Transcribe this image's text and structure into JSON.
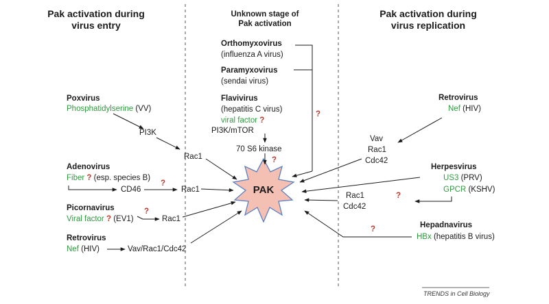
{
  "headers": {
    "left": [
      "Pak activation during",
      "virus entry"
    ],
    "center": [
      "Unknown stage of",
      "Pak activation"
    ],
    "right": [
      "Pak activation during",
      "virus replication"
    ]
  },
  "center_node": "PAK",
  "question_mark": "?",
  "left": {
    "poxvirus": {
      "title": "Poxvirus",
      "factor": "Phosphatidylserine",
      "suffix": "(VV)",
      "pi3k": "PI3K",
      "rac1": "Rac1"
    },
    "adenovirus": {
      "title": "Adenovirus",
      "factor": "Fiber",
      "suffix": "(esp. species B)",
      "cd46": "CD46",
      "rac1": "Rac1"
    },
    "picornavirus": {
      "title": "Picornavirus",
      "factor": "Viral factor",
      "suffix": "(EV1)",
      "rac1": "Rac1"
    },
    "retrovirus": {
      "title": "Retrovirus",
      "factor": "Nef",
      "suffix": "(HIV)",
      "target": "Vav/Rac1/Cdc42"
    }
  },
  "center": {
    "orthomyxovirus": {
      "title": "Orthomyxovirus",
      "sub": "(influenza A virus)"
    },
    "paramyxovirus": {
      "title": "Paramyxovirus",
      "sub": "(sendai virus)"
    },
    "flavivirus": {
      "title": "Flavivirus",
      "sub": "(hepatitis C virus)",
      "factor": "viral factor",
      "pi3k": "PI3K/mTOR",
      "s6k": "70 S6 kinase"
    }
  },
  "right": {
    "retrovirus": {
      "title": "Retrovirus",
      "factor": "Nef",
      "suffix": "(HIV)",
      "vav": "Vav",
      "rac1": "Rac1",
      "cdc42": "Cdc42"
    },
    "herpesvirus": {
      "title": "Herpesvirus",
      "factor1": "US3",
      "suffix1": "(PRV)",
      "factor2": "GPCR",
      "suffix2": "(KSHV)",
      "rac1": "Rac1",
      "cdc42": "Cdc42"
    },
    "hepadnavirus": {
      "title": "Hepadnavirus",
      "factor": "HBx",
      "suffix": "(hepatitis B virus)"
    }
  },
  "footer": "TRENDS in Cell Biology",
  "colors": {
    "green": "#2e9a3e",
    "red": "#c0392b",
    "pak_fill": "#f5c0b4",
    "pak_stroke": "#5a7fc0"
  }
}
